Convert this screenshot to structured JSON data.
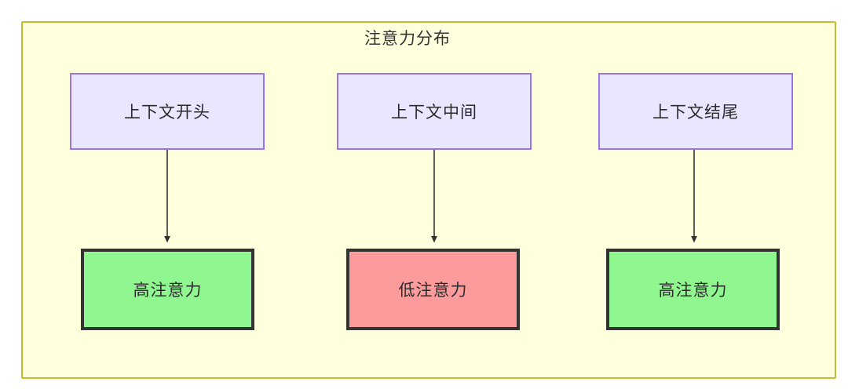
{
  "diagram": {
    "title": "注意力分布",
    "container": {
      "name": "attention-distribution-subgraph",
      "fill": "#ffffdd",
      "border": "#bfbf2f"
    },
    "colors": {
      "context_fill": "#e9e6ff",
      "context_border": "#9b74e8",
      "high_attention_fill": "#90f68f",
      "low_attention_fill": "#fc9b9b",
      "outcome_border": "#333333",
      "edge": "#333333",
      "text": "#2b2b2b"
    },
    "nodes": {
      "context": [
        {
          "id": "context-start",
          "label": "上下文开头"
        },
        {
          "id": "context-middle",
          "label": "上下文中间"
        },
        {
          "id": "context-end",
          "label": "上下文结尾"
        }
      ],
      "outcome": [
        {
          "id": "attention-start",
          "label": "高注意力",
          "level": "high"
        },
        {
          "id": "attention-middle",
          "label": "低注意力",
          "level": "low"
        },
        {
          "id": "attention-end",
          "label": "高注意力",
          "level": "high"
        }
      ]
    },
    "edges": [
      {
        "from": "上下文开头",
        "to": "高注意力",
        "style": "arrow"
      },
      {
        "from": "上下文中间",
        "to": "低注意力",
        "style": "arrow"
      },
      {
        "from": "上下文结尾",
        "to": "高注意力",
        "style": "arrow"
      }
    ]
  }
}
